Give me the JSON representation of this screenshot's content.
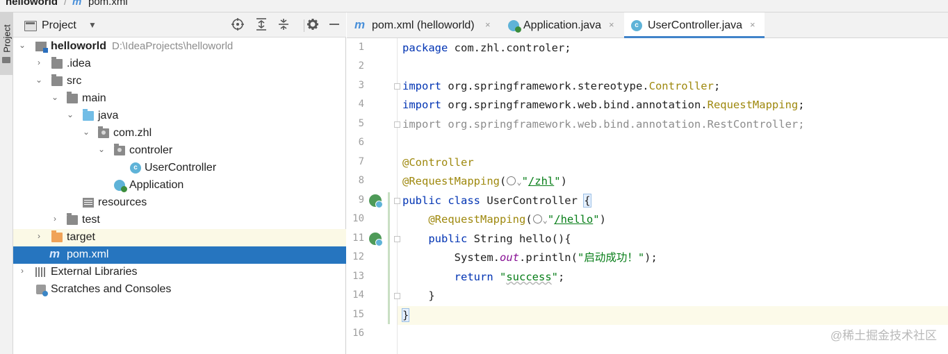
{
  "breadcrumb": {
    "project": "helloworld",
    "separator": "/",
    "file_icon": "m",
    "file": "pom.xml"
  },
  "tool_stripe": {
    "project_label": "Project"
  },
  "project_panel": {
    "title": "Project",
    "caret": "▼",
    "tools": [
      "crosshair-icon",
      "expand-all-icon",
      "collapse-all-icon",
      "gear-icon",
      "minimize-icon"
    ],
    "tree": [
      {
        "label": "helloworld",
        "path": "D:\\IdeaProjects\\helloworld",
        "icon": "module-icon",
        "arrow": "⌄",
        "depth": 0
      },
      {
        "label": ".idea",
        "icon": "folder-icon",
        "arrow": "›",
        "depth": 1
      },
      {
        "label": "src",
        "icon": "folder-icon",
        "arrow": "⌄",
        "depth": 1
      },
      {
        "label": "main",
        "icon": "folder-icon",
        "arrow": "⌄",
        "depth": 2
      },
      {
        "label": "java",
        "icon": "source-folder-icon",
        "arrow": "⌄",
        "depth": 3
      },
      {
        "label": "com.zhl",
        "icon": "package-icon",
        "arrow": "⌄",
        "depth": 4
      },
      {
        "label": "controler",
        "icon": "package-icon",
        "arrow": "⌄",
        "depth": 5
      },
      {
        "label": "UserController",
        "icon": "class-icon",
        "icon_letter": "c",
        "depth": 6
      },
      {
        "label": "Application",
        "icon": "spring-app-icon",
        "depth": 5
      },
      {
        "label": "resources",
        "icon": "resources-folder-icon",
        "depth": 3
      },
      {
        "label": "test",
        "icon": "folder-icon",
        "arrow": "›",
        "depth": 2
      },
      {
        "label": "target",
        "icon": "excluded-folder-icon",
        "arrow": "›",
        "depth": 1
      },
      {
        "label": "pom.xml",
        "icon": "maven-icon",
        "icon_letter": "m",
        "depth": 1,
        "selected": true
      },
      {
        "label": "External Libraries",
        "icon": "libraries-icon",
        "arrow": "›",
        "depth": 0
      },
      {
        "label": "Scratches and Consoles",
        "icon": "scratches-icon",
        "depth": 0
      }
    ]
  },
  "tabs": [
    {
      "label": "pom.xml (helloworld)",
      "icon": "maven-icon",
      "icon_letter": "m",
      "close": "×",
      "active": false
    },
    {
      "label": "Application.java",
      "icon": "spring-app-icon",
      "close": "×",
      "active": false
    },
    {
      "label": "UserController.java",
      "icon": "class-icon",
      "icon_letter": "c",
      "close": "×",
      "active": true
    }
  ],
  "editor": {
    "line_numbers": [
      "1",
      "2",
      "3",
      "4",
      "5",
      "6",
      "7",
      "8",
      "9",
      "10",
      "11",
      "12",
      "13",
      "14",
      "15",
      "16"
    ],
    "code": {
      "l1_kw": "package",
      "l1_rest": " com.zhl.controler;",
      "l3_kw": "import",
      "l3_pkg": " org.springframework.stereotype.",
      "l3_cls": "Controller",
      "l3_end": ";",
      "l4_kw": "import",
      "l4_pkg": " org.springframework.web.bind.annotation.",
      "l4_cls": "RequestMapping",
      "l4_end": ";",
      "l5": "import org.springframework.web.bind.annotation.RestController;",
      "l7": "@Controller",
      "l8_ann": "@RequestMapping",
      "l8_open": "(",
      "l8_chev": "⌄",
      "l8_q1": "\"",
      "l8_url": "/zhl",
      "l8_q2": "\"",
      "l8_close": ")",
      "l9_kw": "public class",
      "l9_name": " UserController ",
      "l9_brace": "{",
      "l10_indent": "    ",
      "l10_ann": "@RequestMapping",
      "l10_open": "(",
      "l10_chev": "⌄",
      "l10_q1": "\"",
      "l10_url": "/hello",
      "l10_q2": "\"",
      "l10_close": ")",
      "l11_indent": "    ",
      "l11_kw": "public",
      "l11_rest": " String ",
      "l11_method": "hello",
      "l11_end": "(){",
      "l12_indent": "        ",
      "l12_a": "System.",
      "l12_field": "out",
      "l12_b": ".println(",
      "l12_str": "\"启动成功！\"",
      "l12_end": ");",
      "l13_indent": "        ",
      "l13_kw": "return",
      "l13_sp": " ",
      "l13_q1": "\"",
      "l13_str": "success",
      "l13_q2": "\"",
      "l13_end": ";",
      "l14": "    }",
      "l15": "}"
    }
  },
  "watermark": "@稀土掘金技术社区",
  "colors": {
    "selection": "#2675bf",
    "keyword": "#0033b3",
    "annotation": "#9e880d",
    "string": "#067d17",
    "active_tab_underline": "#4083c9"
  }
}
